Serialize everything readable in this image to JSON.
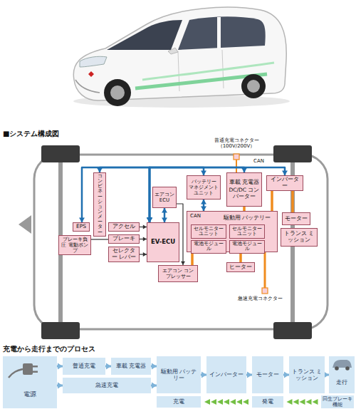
{
  "diagram": {
    "nodes": [
      {
        "text": [
          "コンビネーションメーター"
        ]
      },
      {
        "text": [
          "EPS"
        ]
      },
      {
        "text": [
          "アクセル"
        ]
      },
      {
        "text": [
          "ブレーキ"
        ]
      },
      {
        "text": [
          "ブレーキ負圧 電動ポンプ"
        ]
      },
      {
        "text": [
          "セレクター レバー"
        ]
      },
      {
        "text": [
          "EV-ECU"
        ]
      },
      {
        "text": [
          "エアコン ECU"
        ]
      },
      {
        "text": [
          "バッテリー マネジメント ユニット"
        ]
      },
      {
        "text": [
          "車載 充電器",
          "DC/DC コンバーター"
        ]
      },
      {
        "text": [
          "インバーター"
        ]
      },
      {
        "text": [
          "モーター"
        ]
      },
      {
        "text": [
          "トランス ミッション"
        ]
      },
      {
        "text": [
          "駆動用 バッテリー"
        ]
      },
      {
        "text": [
          "セルモニター ユニット"
        ],
        "in": 13
      },
      {
        "text": [
          "電池モジュール"
        ],
        "in": 13
      },
      {
        "text": [
          "セルモニター ユニット"
        ],
        "in": 13
      },
      {
        "text": [
          "電池モジュール"
        ],
        "in": 13
      },
      {
        "text": [
          "ヒーター"
        ]
      },
      {
        "text": [
          "エアコン コンプレッサー"
        ]
      },
      {
        "text": [
          "電源"
        ]
      },
      {
        "text": [
          "普通充電"
        ]
      },
      {
        "text": [
          "車載 充電器"
        ]
      },
      {
        "text": [
          "急速充電"
        ]
      },
      {
        "text": [
          "駆動用 バッテリー"
        ]
      },
      {
        "text": [
          "インバーター"
        ]
      },
      {
        "text": [
          "モーター"
        ]
      },
      {
        "text": [
          "トランス ミッション"
        ]
      },
      {
        "text": [
          "走行"
        ]
      },
      {
        "text": [
          "充電"
        ]
      },
      {
        "text": [
          "発電"
        ]
      },
      {
        "text": [
          "回生ブレーキ 機能"
        ]
      }
    ],
    "edges": [
      {
        "from": 6,
        "to": 0,
        "arrow": "both"
      },
      {
        "from": 6,
        "to": 1,
        "arrow": "both"
      },
      {
        "from": 6,
        "to": 8,
        "arrow": "both"
      },
      {
        "from": 6,
        "to": 9,
        "arrow": "both"
      },
      {
        "from": 6,
        "to": 10,
        "arrow": "both"
      },
      {
        "from": 6,
        "to": 7,
        "arrow": "both"
      },
      {
        "from": 2,
        "to": 6,
        "arrow": "to"
      },
      {
        "from": 3,
        "to": 6,
        "arrow": "to"
      },
      {
        "from": 5,
        "to": 6,
        "arrow": "to"
      },
      {
        "from": 4,
        "to": 3,
        "arrow": "none"
      },
      {
        "from": 7,
        "to": 19,
        "arrow": "to"
      },
      {
        "from": 8,
        "to": 13,
        "arrow": "both"
      },
      {
        "from": 13,
        "to": 10,
        "arrow": "none"
      },
      {
        "from": 10,
        "to": 11,
        "arrow": "none"
      },
      {
        "from": 9,
        "to": 13,
        "arrow": "none"
      },
      {
        "from": 13,
        "to": 19,
        "arrow": "none"
      },
      {
        "from": 13,
        "to": 18,
        "arrow": "none"
      },
      {
        "from": 20,
        "to": 21,
        "arrow": "to"
      },
      {
        "from": 21,
        "to": 22,
        "arrow": "to"
      },
      {
        "from": 22,
        "to": 24,
        "arrow": "to"
      },
      {
        "from": 20,
        "to": 23,
        "arrow": "to"
      },
      {
        "from": 23,
        "to": 24,
        "arrow": "to"
      },
      {
        "from": 24,
        "to": 25,
        "arrow": "to"
      },
      {
        "from": 25,
        "to": 26,
        "arrow": "to"
      },
      {
        "from": 26,
        "to": 27,
        "arrow": "to"
      },
      {
        "from": 27,
        "to": 28,
        "arrow": "to"
      },
      {
        "from": 31,
        "to": 30,
        "arrow": "to"
      },
      {
        "from": 30,
        "to": 29,
        "arrow": "to"
      }
    ],
    "labels": [
      "■システム構成図",
      "普通充電コネクター（100V/200V）",
      "CAN",
      "CAN",
      "急速充電コネクター",
      "充電から走行までのプロセス"
    ]
  }
}
